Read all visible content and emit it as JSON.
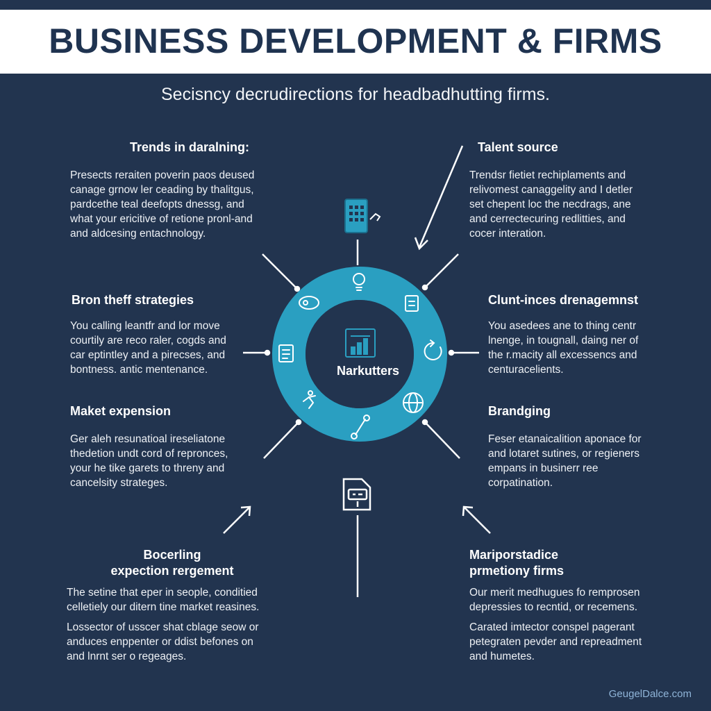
{
  "header": {
    "title": "BUSINESS DEVELOPMENT & FIRMS",
    "subtitle": "Secisncy decrudirections for headbadhutting firms."
  },
  "hub": {
    "label": "Narkutters",
    "ring_color": "#2a9fc1",
    "inner_color": "#22344f"
  },
  "sections": {
    "trends": {
      "title": "Trends in daralning:",
      "lines": [
        "Presects reraiten poverin paos deused",
        "canage grnow ler ceading by thalitgus,",
        "pardcethe teal deefopts dnessg, and",
        "what your ericitive of retione pronl-and",
        "and aldcesing entachnology."
      ]
    },
    "talent": {
      "title": "Talent source",
      "lines": [
        "Trendsr fietiet rechiplaments and",
        "relivomest canaggelity and I detler",
        "set chepent loc the necdrags, ane",
        "and cerrectecuring redlitties, and",
        "cocer interation."
      ]
    },
    "brand_strategies": {
      "title": "Bron theff strategies",
      "lines": [
        "You calling leantfr and lor move",
        "courtily are reco raler, cogds and",
        "car eptintley and a pirecses, and",
        "bontness. antic mentenance."
      ]
    },
    "client": {
      "title": "Clunt-inces drenagemnst",
      "lines": [
        "You asedees ane to thing centr",
        "lnenge, in tougnall, daing ner of",
        "the r.macity all excessencs and",
        "centuracelients."
      ]
    },
    "market": {
      "title": "Maket expension",
      "lines": [
        "Ger aleh resunatioal ireseliatone",
        "thedetion undt cord of repronces,",
        "your he tike garets to threny and",
        "cancelsity strateges."
      ]
    },
    "branding": {
      "title": "Brandging",
      "lines": [
        "Feser etanaicalition aponace for",
        "and lotaret sutines, or regieners",
        "empans in businerr ree",
        "corpatination."
      ]
    },
    "boarding": {
      "title_lines": [
        "Bocerling",
        "expection rergement"
      ],
      "lines": [
        "The setine that eper in seople, conditied",
        "celletiely our ditern tine market reasines."
      ],
      "lines2": [
        "Lossector of usscer shat cblage seow or",
        "anduces enppenter or ddist befones on",
        "and lnrnt ser o regeages."
      ]
    },
    "mariporstadice": {
      "title_lines": [
        "Mariporstadice",
        "prmetiony firms"
      ],
      "lines": [
        "Our merit medhugues fo remprosen",
        "depressies to recntid, or recemens."
      ],
      "lines2": [
        "Carated imtector conspel pagerant",
        "petegraten pevder and repreadment",
        "and humetes."
      ]
    }
  },
  "footer": {
    "text": "GeugelDalce.com"
  },
  "icons": [
    "calendar-grid-icon",
    "cloud-icon",
    "lightbulb-icon",
    "clipboard-icon",
    "document-icon",
    "refresh-icon",
    "runner-icon",
    "globe-icon",
    "wrench-icon",
    "bar-chart-icon",
    "file-icon"
  ]
}
